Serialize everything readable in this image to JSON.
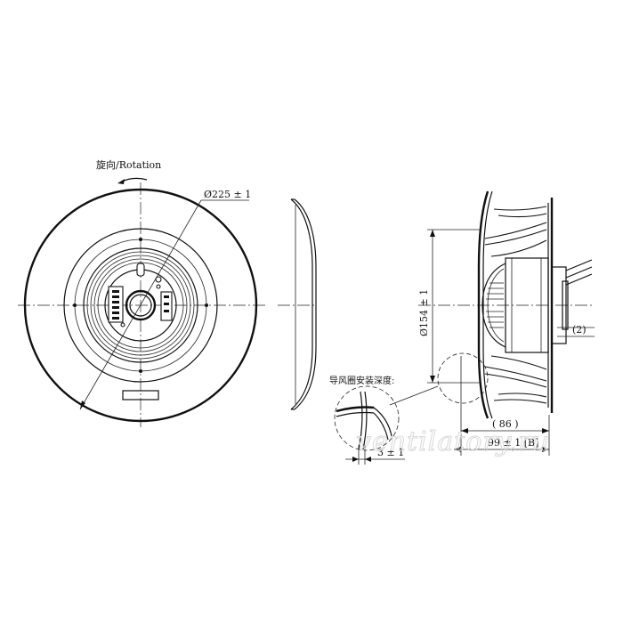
{
  "front_view": {
    "rotation_label": "旋向/Rotation",
    "diameter_label": "Ø225 ± 1"
  },
  "side_view": {
    "height_label": "Ø154 ± 1",
    "shaft_offset_label": "(2)",
    "inner_depth_label": "( 86 )",
    "overall_depth_label": "99 ± 1 [B]",
    "guide_ring_label": "导风圈安装深度:",
    "guide_ring_depth_label": "3 ± 1"
  },
  "watermark": "ventilatory.ru"
}
